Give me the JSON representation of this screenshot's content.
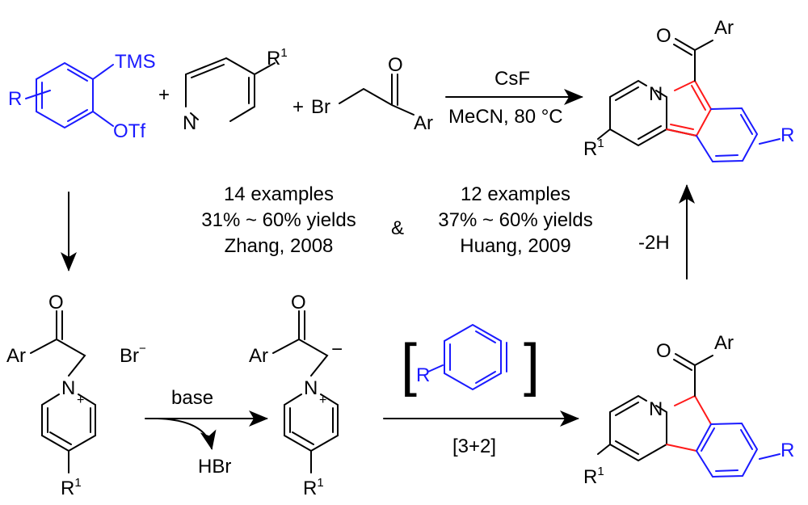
{
  "reagents": {
    "aryne_precursor": {
      "R": "R",
      "TMS": "TMS",
      "OTf": "OTf"
    },
    "pyridine": {
      "N": "N",
      "R": "R",
      "sup": "1"
    },
    "bromoketone": {
      "Br": "Br",
      "O": "O",
      "Ar": "Ar"
    },
    "plus": "+"
  },
  "conditions": {
    "top": "CsF",
    "bottom": "MeCN, 80 °C"
  },
  "product": {
    "O": "O",
    "Ar": "Ar",
    "N": "N",
    "R1": "R",
    "sup": "1",
    "R": "R"
  },
  "summary": {
    "left": {
      "line1": "14 examples",
      "line2": "31% ~ 60% yields",
      "line3": "Zhang, 2008"
    },
    "amp": "&",
    "right": {
      "line1": "12 examples",
      "line2": "37% ~ 60% yields",
      "line3": "Huang, 2009"
    }
  },
  "oxidation": "-2H",
  "salt": {
    "Ar": "Ar",
    "O": "O",
    "Br": "Br",
    "charge_minus": "−",
    "N": "N",
    "plus": "+",
    "R": "R",
    "sup": "1"
  },
  "base_step": {
    "label": "base",
    "byproduct": "HBr"
  },
  "ylide": {
    "Ar": "Ar",
    "O": "O",
    "minus": "−",
    "N": "N",
    "plus": "+",
    "R": "R",
    "sup": "1"
  },
  "aryne": {
    "R": "R",
    "open": "[",
    "close": "]"
  },
  "cycloaddition": "[3+2]",
  "adduct": {
    "O": "O",
    "Ar": "Ar",
    "N": "N",
    "R1": "R",
    "sup": "1",
    "R": "R"
  },
  "colors": {
    "blue": "#1a1aff",
    "red": "#ff1a1a"
  }
}
